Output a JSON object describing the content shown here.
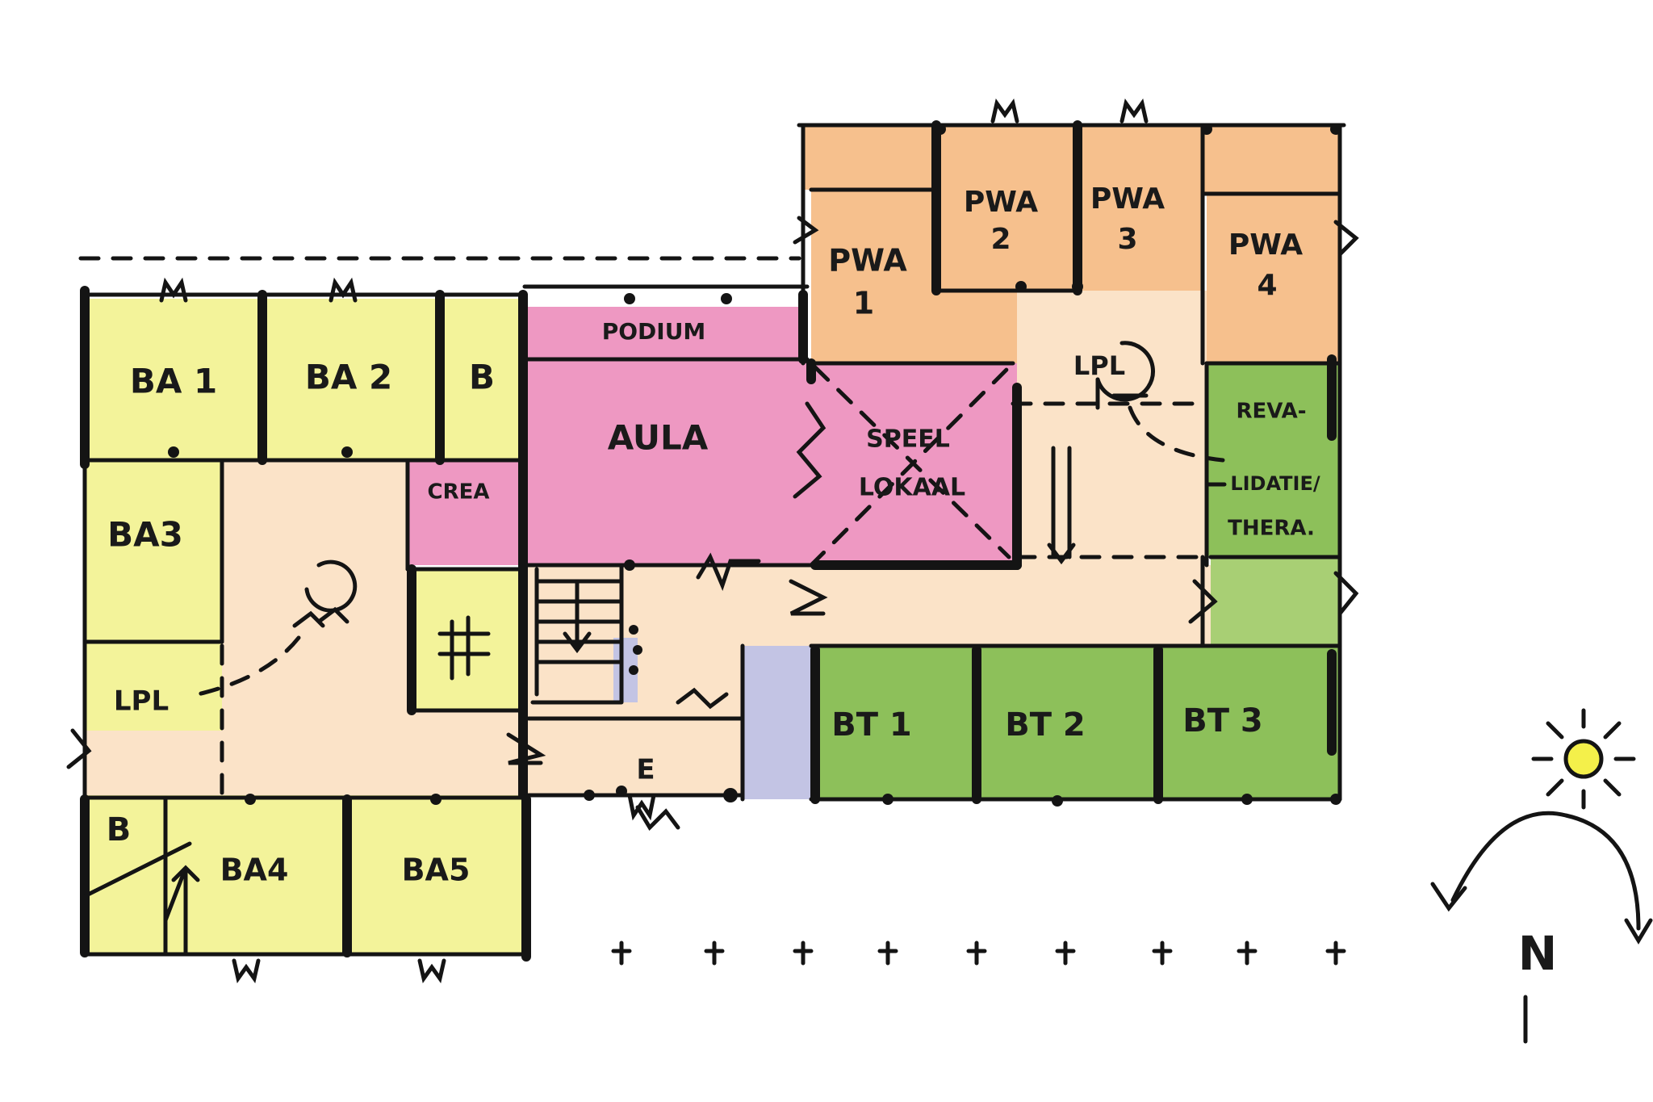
{
  "colors": {
    "yellow_rooms": "#f3f39a",
    "peach_circulation": "#fbe3c8",
    "orange_rooms": "#f6c08d",
    "pink_rooms": "#ee98c2",
    "green_rooms": "#8dc05a",
    "green_light": "#a8cf74",
    "blue_room": "#c3c4e4",
    "sun": "#f4f04a",
    "ink": "#141414"
  },
  "rooms": {
    "ba1": "BA 1",
    "ba2": "BA 2",
    "b_top": "B",
    "ba3": "BA3",
    "lpl_left": "LPL",
    "b_bottom": "B",
    "ba4": "BA4",
    "ba5": "BA5",
    "crea": "CREA",
    "podium": "PODIUM",
    "aula": "AULA",
    "speel_line1": "SPEEL",
    "speel_line2": "LOKAAL",
    "pwa1_line1": "PWA",
    "pwa1_line2": "1",
    "pwa2_line1": "PWA",
    "pwa2_line2": "2",
    "pwa3_line1": "PWA",
    "pwa3_line2": "3",
    "pwa4_line1": "PWA",
    "pwa4_line2": "4",
    "lpl_right": "LPL",
    "reva_line1": "REVA-",
    "reva_line2": "LIDATIE/",
    "reva_line3": "THERA.",
    "bt1": "BT 1",
    "bt2": "BT 2",
    "bt3": "BT 3",
    "entrance_mark": "E"
  },
  "compass": {
    "north_label": "N",
    "sun_icon": "sun-icon"
  }
}
